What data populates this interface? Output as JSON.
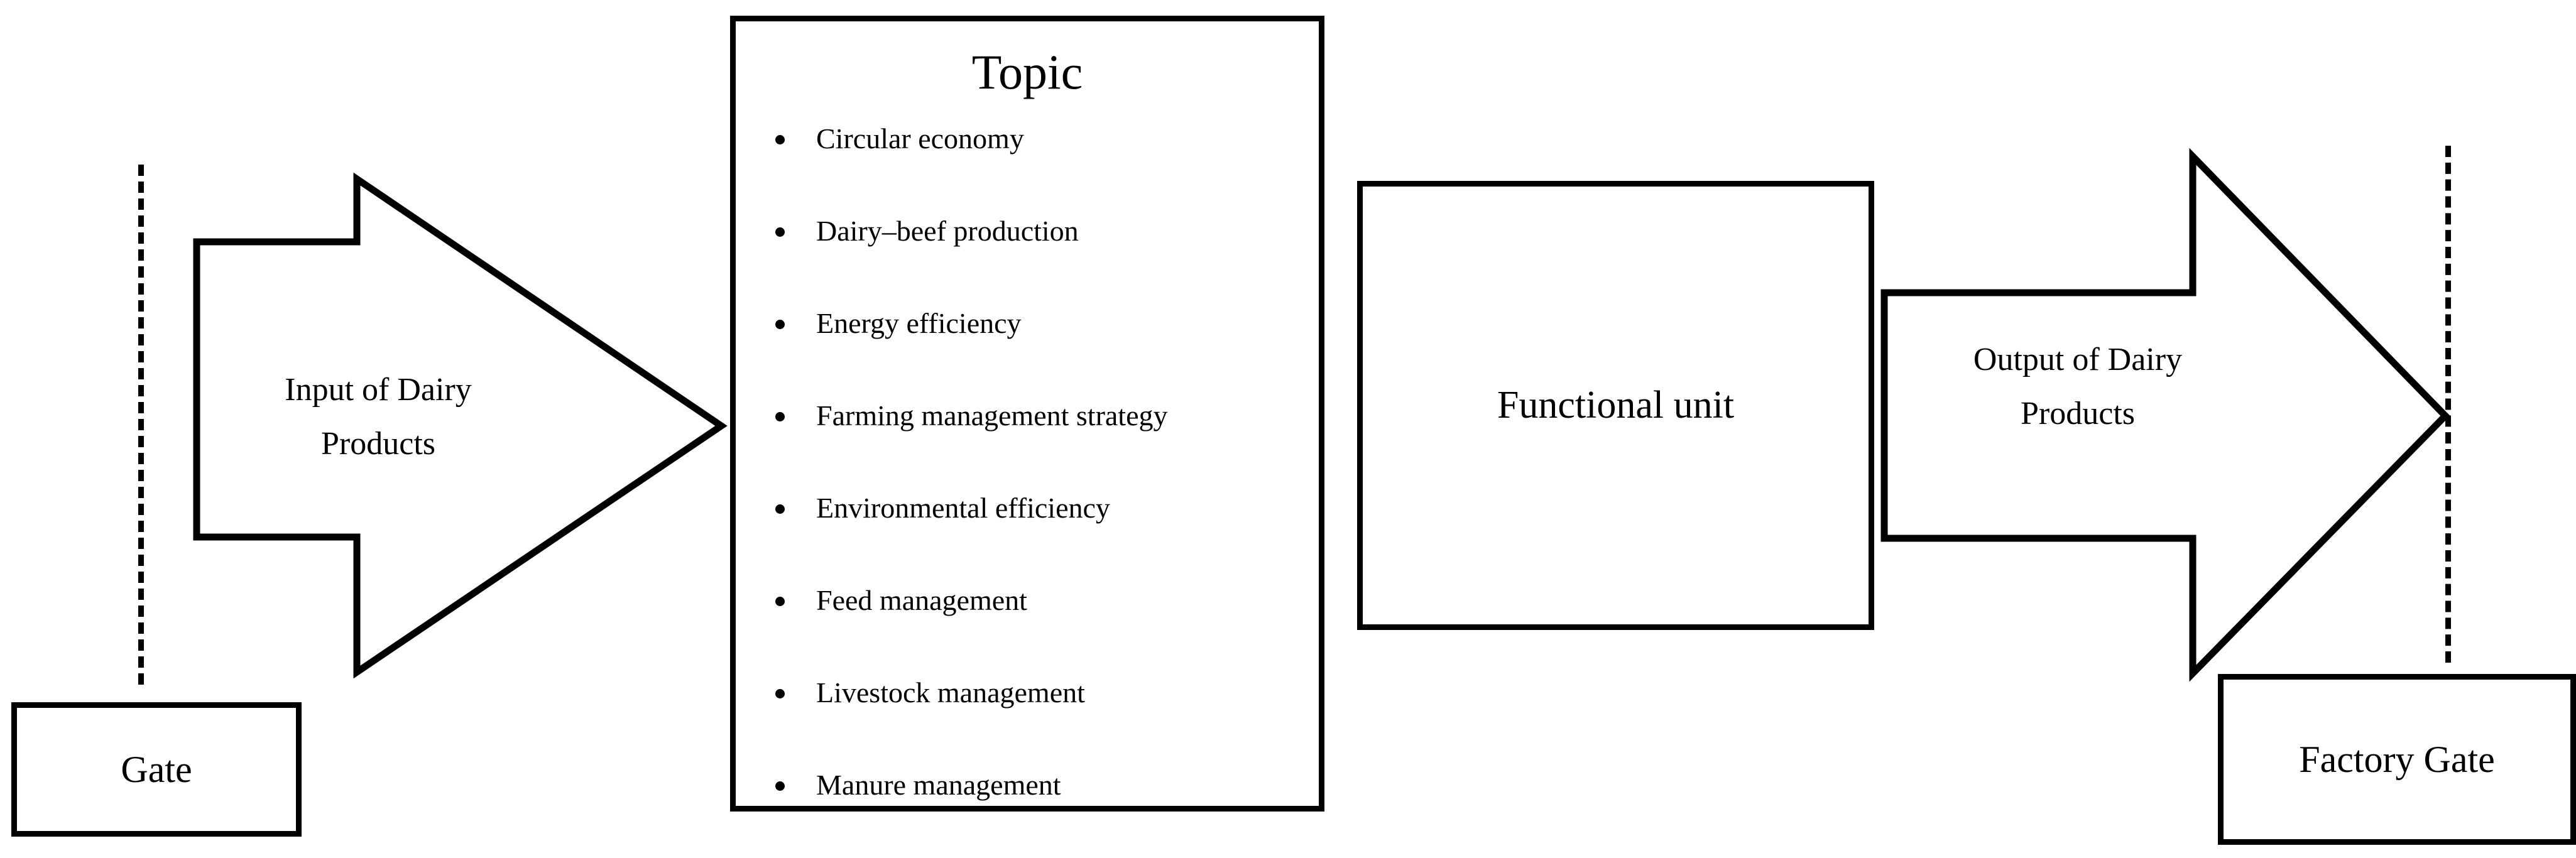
{
  "diagram": {
    "boundaries": {
      "left_boundary_name": "system-boundary-left",
      "right_boundary_name": "system-boundary-right"
    },
    "gate_left": {
      "label": "Gate"
    },
    "gate_right": {
      "label": "Factory Gate"
    },
    "input_arrow": {
      "line1": "Input of Dairy",
      "line2": "Products"
    },
    "output_arrow": {
      "line1": "Output of Dairy",
      "line2": "Products"
    },
    "functional_unit": {
      "label": "Functional unit"
    },
    "topic": {
      "title": "Topic",
      "items": [
        "Circular economy",
        "Dairy–beef production",
        "Energy efficiency",
        "Farming management strategy",
        "Environmental efficiency",
        "Feed management",
        "Livestock management",
        "Manure management"
      ]
    },
    "colors": {
      "stroke": "#000000",
      "background": "#ffffff"
    }
  }
}
